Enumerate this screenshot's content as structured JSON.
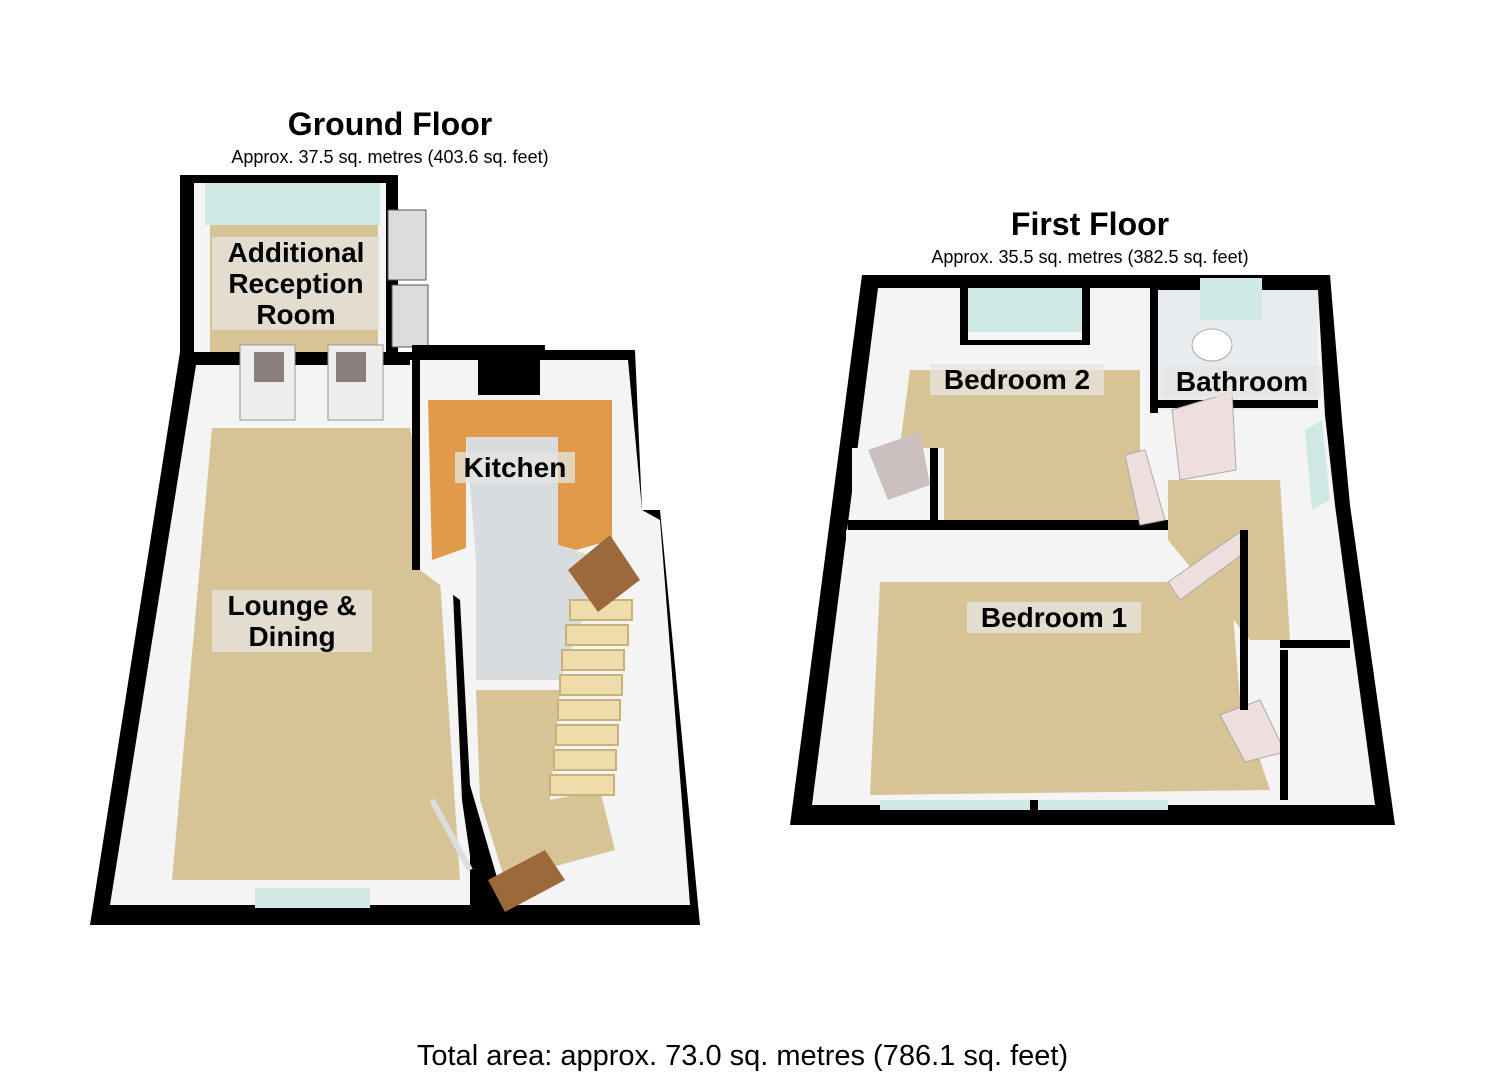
{
  "ground_floor": {
    "title": "Ground Floor",
    "area": "Approx. 37.5 sq. metres (403.6 sq. feet)",
    "rooms": [
      {
        "name": "Additional Reception Room",
        "line1": "Additional",
        "line2": "Reception",
        "line3": "Room"
      },
      {
        "name": "Kitchen",
        "line1": "Kitchen"
      },
      {
        "name": "Lounge & Dining",
        "line1": "Lounge &",
        "line2": "Dining"
      }
    ]
  },
  "first_floor": {
    "title": "First Floor",
    "area": "Approx. 35.5 sq. metres (382.5 sq. feet)",
    "rooms": [
      {
        "name": "Bedroom 2",
        "line1": "Bedroom 2"
      },
      {
        "name": "Bathroom",
        "line1": "Bathroom"
      },
      {
        "name": "Bedroom 1",
        "line1": "Bedroom 1"
      }
    ]
  },
  "total_area": "Total area: approx. 73.0 sq. metres (786.1 sq. feet)",
  "colors": {
    "wall": "#000000",
    "wall_face": "#f4f4f4",
    "carpet": "#d6c496",
    "kitchen_worktop": "#e09a4a",
    "kitchen_floor": "#d8dcde",
    "window": "#cfe8e4",
    "door_wood": "#9c6a3a",
    "door_white": "#eeeaea"
  }
}
